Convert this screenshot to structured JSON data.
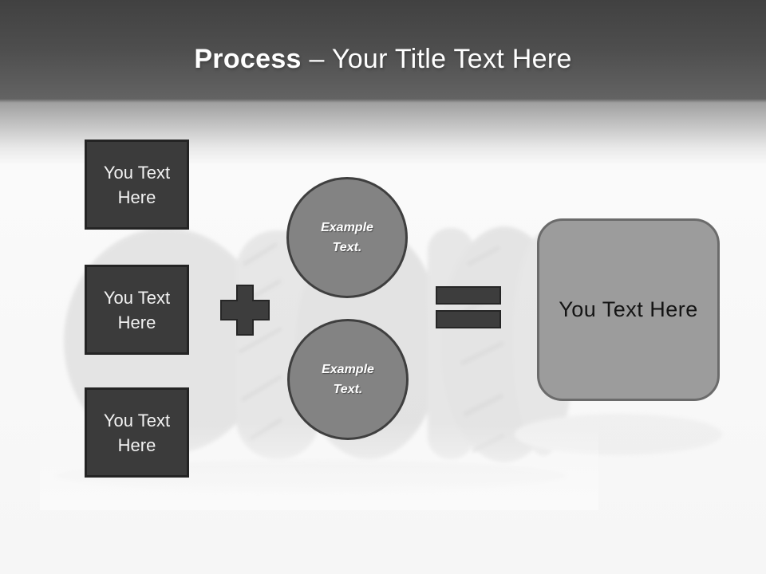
{
  "header": {
    "title_bold": "Process",
    "title_rest": "– Your Title Text Here"
  },
  "diagram": {
    "inputs": [
      {
        "label": "You Text Here"
      },
      {
        "label": "You Text Here"
      },
      {
        "label": "You Text Here"
      }
    ],
    "circles": [
      {
        "label": "Example Text."
      },
      {
        "label": "Example Text."
      }
    ],
    "operators": {
      "plus": "plus-sign",
      "equals": "equals-sign"
    },
    "result": {
      "label": "You Text Here"
    },
    "background_image": "faded-car-tires-photo"
  },
  "palette": {
    "header-top": "#414141",
    "header-bottom": "#636363",
    "canvas": "#fafafa",
    "title-text": "#ffffff",
    "box-fill": "#3b3b3b",
    "box-border": "#242424",
    "box-text": "#f2f2f2",
    "circle-fill": "#838383",
    "circle-border": "#3f3f3f",
    "circle-text": "#ffffff",
    "operator-fill": "#3d3d3d",
    "operator-border": "#262626",
    "result-fill": "#9c9c9c",
    "result-border": "#6b6b6b",
    "result-text": "#141414",
    "watermark": "#d4d4d4"
  }
}
